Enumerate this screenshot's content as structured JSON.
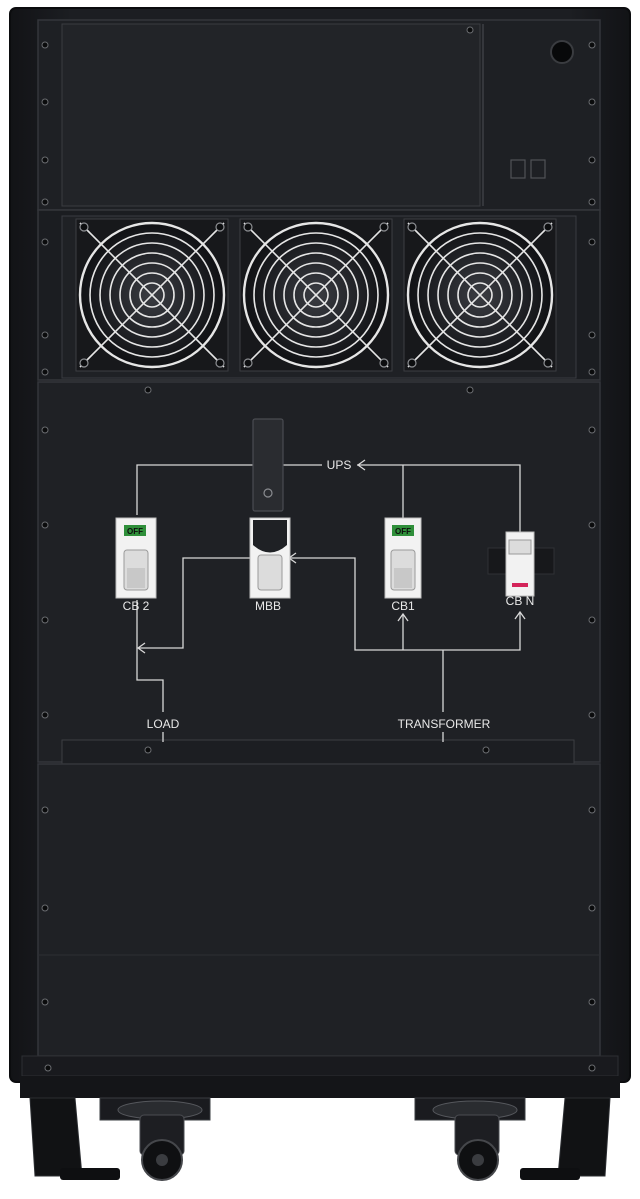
{
  "diagram": {
    "ups_label": "UPS",
    "load_label": "LOAD",
    "transformer_label": "TRANSFORMER",
    "breakers": [
      {
        "id": "cb2",
        "label": "CB 2",
        "state_text": "OFF"
      },
      {
        "id": "mbb",
        "label": "MBB"
      },
      {
        "id": "cb1",
        "label": "CB1",
        "state_text": "OFF"
      },
      {
        "id": "cbn",
        "label": "CB N"
      }
    ]
  },
  "colors": {
    "cabinet": "#1b1d21",
    "panel": "#202227",
    "line": "#d8d8d8",
    "switch": "#f2f2f2",
    "off_indicator": "#2f8f3a",
    "n_indicator": "#d4245a"
  },
  "fans": {
    "count": 3
  }
}
